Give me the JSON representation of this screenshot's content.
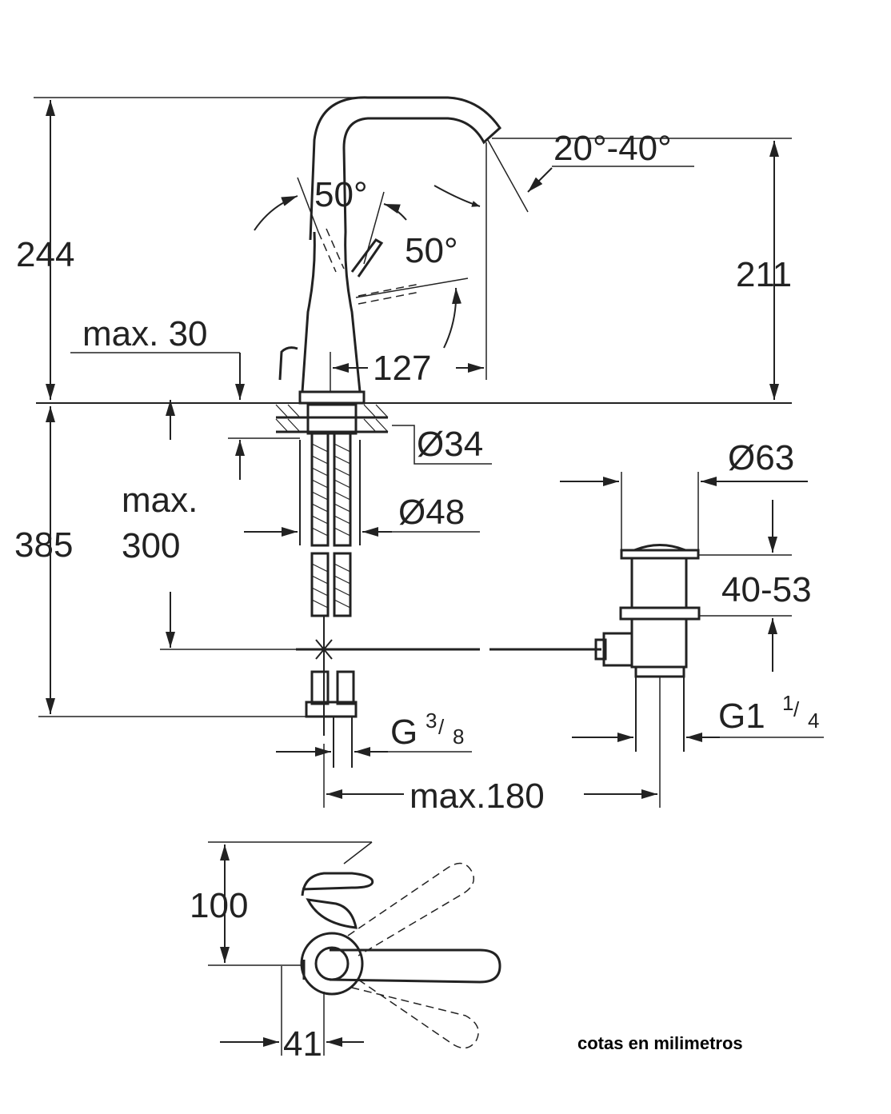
{
  "dimensions": {
    "total_height": "244",
    "spout_height": "211",
    "spout_angle": "20°-40°",
    "lever_angle_left": "50°",
    "lever_angle_right": "50°",
    "deck_thickness": "max. 30",
    "spout_reach": "127",
    "base_diameter": "Ø34",
    "hose_clearance": "Ø48",
    "below_deck_height": "385",
    "hose_max_line1": "max.",
    "hose_max_line2": "300",
    "waste_diameter": "Ø63",
    "waste_range": "40-53",
    "connection_prefix": "G",
    "connection_num": "3",
    "connection_den": "8",
    "waste_thread_prefix": "G1",
    "waste_thread_num": "1",
    "waste_thread_den": "4",
    "waste_distance": "max.180",
    "top_view_height": "100",
    "top_view_offset": "41"
  },
  "footnote": "cotas en milimetros"
}
